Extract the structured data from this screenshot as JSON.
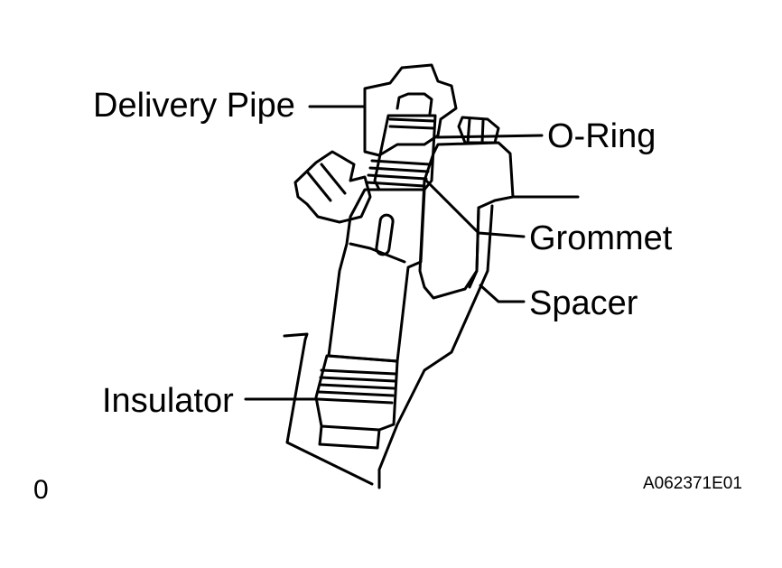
{
  "labels": {
    "delivery_pipe": "Delivery Pipe",
    "o_ring": "O-Ring",
    "grommet": "Grommet",
    "spacer": "Spacer",
    "insulator": "Insulator"
  },
  "figure_code": "A062371E01",
  "corner_mark": "0",
  "colors": {
    "line": "#000000",
    "background": "#ffffff"
  }
}
